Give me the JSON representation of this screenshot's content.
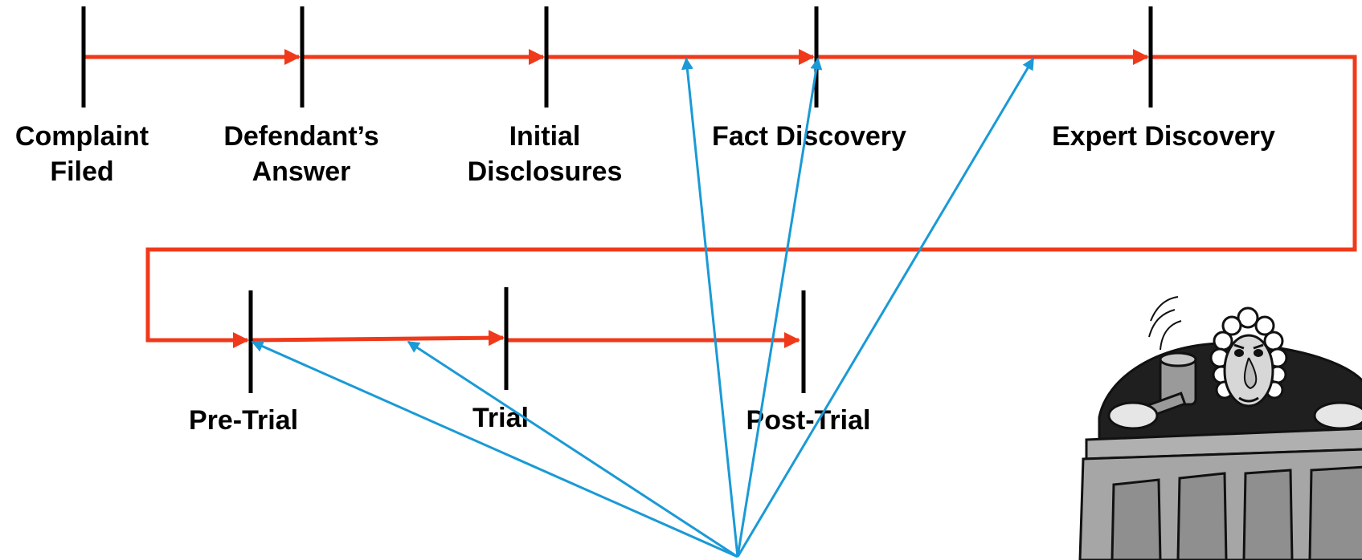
{
  "colors": {
    "timeline": "#f0391a",
    "pointer": "#1a9ad6",
    "tick": "#000000",
    "text": "#000000"
  },
  "stages": [
    {
      "id": "complaint",
      "lines": [
        "Complaint",
        "Filed"
      ]
    },
    {
      "id": "answer",
      "lines": [
        "Defendant’s",
        "Answer"
      ]
    },
    {
      "id": "disclosures",
      "lines": [
        "Initial",
        "Disclosures"
      ]
    },
    {
      "id": "fact",
      "lines": [
        "Fact Discovery"
      ]
    },
    {
      "id": "expert",
      "lines": [
        "Expert Discovery"
      ]
    },
    {
      "id": "pretrial",
      "lines": [
        "Pre-Trial"
      ]
    },
    {
      "id": "trial",
      "lines": [
        "Trial"
      ]
    },
    {
      "id": "posttrial",
      "lines": [
        "Post-Trial"
      ]
    }
  ],
  "illustration": {
    "subject": "cartoon judge holding a gavel behind a wooden bench",
    "icon": "judge-illustration"
  }
}
